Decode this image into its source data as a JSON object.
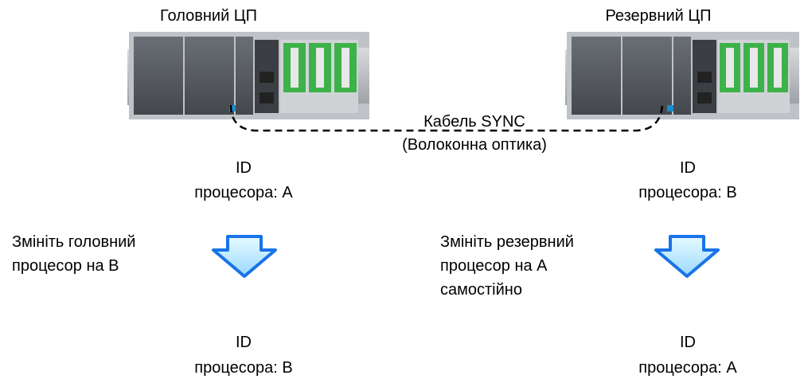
{
  "main": {
    "title": "Головний ЦП",
    "id_label": "ID",
    "id_initial": "процесора: A",
    "instruction": [
      "Змініть головний",
      "процесор на B"
    ],
    "id_final_label": "ID",
    "id_final": "процесора: B"
  },
  "standby": {
    "title": "Резервний ЦП",
    "id_label": "ID",
    "id_initial": "процесора: B",
    "instruction": [
      "Змініть резервний",
      "процесор на A",
      "самостійно"
    ],
    "id_final_label": "ID",
    "id_final": "процесора: A"
  },
  "cable": {
    "label_line1": "Кабель SYNC",
    "label_line2": "(Волоконна оптика)"
  },
  "colors": {
    "arrow_fill_top": "#e6fbff",
    "arrow_fill_bottom": "#9ad8ff",
    "arrow_stroke": "#1a73e8",
    "plc_body": "#555a5f",
    "plc_green": "#3db24a"
  },
  "icons": {
    "arrow": "down-arrow-icon",
    "plc": "plc-rack-image"
  }
}
